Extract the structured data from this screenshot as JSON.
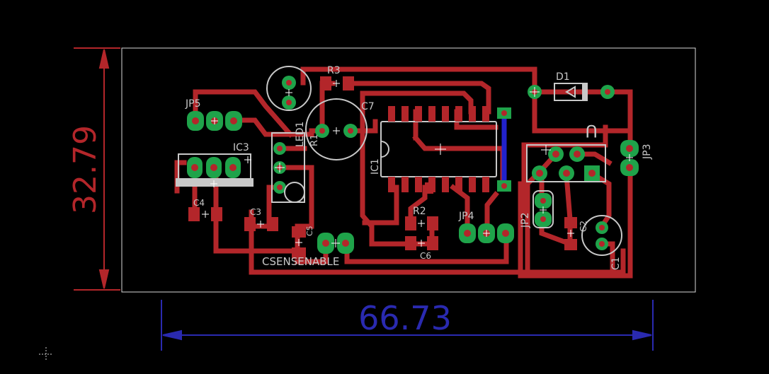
{
  "dimensions": {
    "height_label": "32.79",
    "width_label": "66.73",
    "height_color": "#b3262a",
    "width_color": "#2a2ab0"
  },
  "colors": {
    "trace": "#b3262a",
    "pad_green": "#1fa34a",
    "silk": "#c8c8c8",
    "board_outline": "#d9d9d9",
    "via_blue": "#2222cc",
    "background": "#000000"
  },
  "labels": {
    "R3": "R3",
    "D1": "D1",
    "JP5": "JP5",
    "C7": "C7",
    "LED1": "LED1",
    "R1": "R1",
    "IC3": "IC3",
    "IC1": "IC1",
    "JP3": "JP3",
    "C4": "C4",
    "C3": "C3",
    "C5": "C5",
    "R2": "R2",
    "JP4": "JP4",
    "JP2": "JP2",
    "C2": "C2",
    "C6": "C6",
    "C1": "C1",
    "CSENSENABLE": "CSENSENABLE",
    "U": "U"
  },
  "icons": {
    "crosshair": "crosshair-icon"
  }
}
